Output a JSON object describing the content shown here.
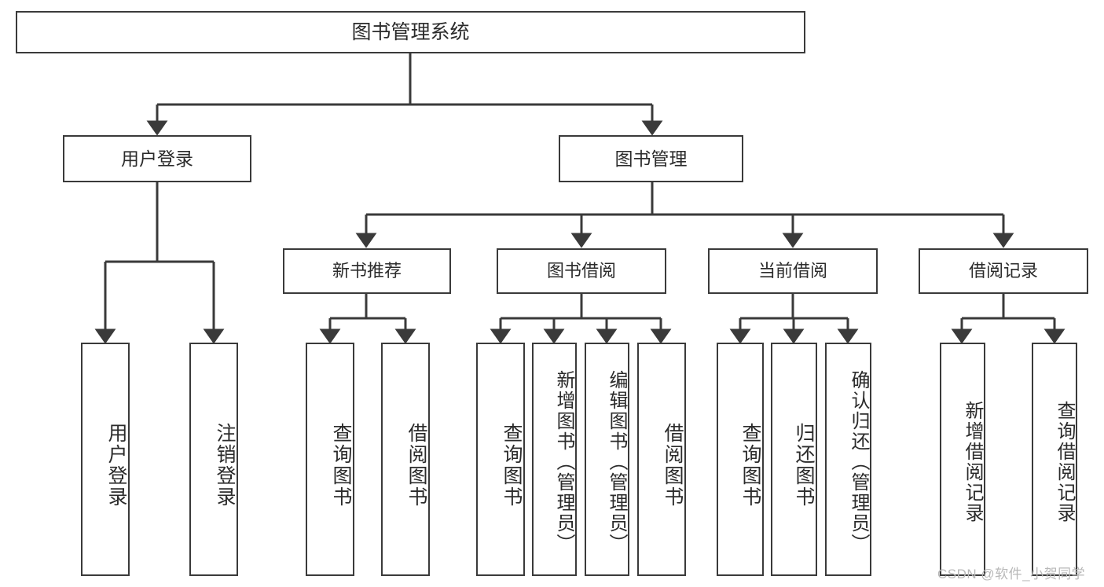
{
  "diagram": {
    "type": "tree-hierarchy",
    "title": "图书管理系统",
    "root": {
      "label": "图书管理系统"
    },
    "level1": [
      {
        "label": "用户登录"
      },
      {
        "label": "图书管理"
      }
    ],
    "level2": [
      {
        "label": "新书推荐",
        "parent": "图书管理"
      },
      {
        "label": "图书借阅",
        "parent": "图书管理"
      },
      {
        "label": "当前借阅",
        "parent": "图书管理"
      },
      {
        "label": "借阅记录",
        "parent": "图书管理"
      }
    ],
    "leaves": {
      "user_login": [
        {
          "label": "用户登录"
        },
        {
          "label": "注销登录"
        }
      ],
      "new_book_recommend": [
        {
          "label": "查询图书"
        },
        {
          "label": "借阅图书"
        }
      ],
      "book_borrow": [
        {
          "label": "查询图书"
        },
        {
          "label": "新增图书（管理员）"
        },
        {
          "label": "编辑图书（管理员）"
        },
        {
          "label": "借阅图书"
        }
      ],
      "current_borrow": [
        {
          "label": "查询图书"
        },
        {
          "label": "归还图书"
        },
        {
          "label": "确认归还（管理员）"
        }
      ],
      "borrow_record": [
        {
          "label": "新增借阅记录"
        },
        {
          "label": "查询借阅记录"
        }
      ]
    }
  },
  "watermark": {
    "text": "CSDN @软件_小贺同学"
  },
  "colors": {
    "border": "#3a3a3a",
    "text": "#2b2b2b",
    "background": "#ffffff",
    "watermark": "#b8b8b8"
  }
}
